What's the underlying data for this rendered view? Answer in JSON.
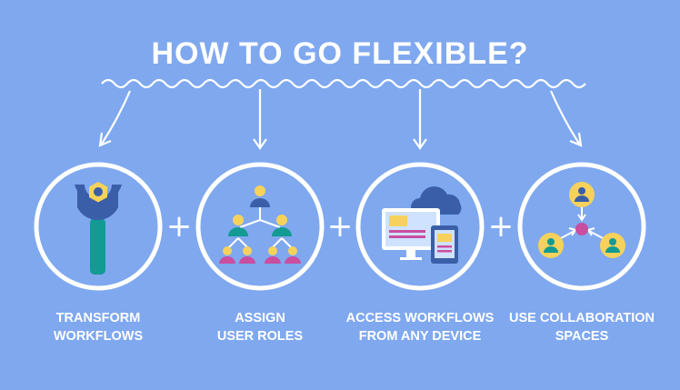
{
  "title": "HOW TO GO FLEXIBLE?",
  "colors": {
    "background": "#7fa8ef",
    "white": "#ffffff",
    "teal": "#129a93",
    "navy": "#3a5fa8",
    "yellow": "#f6d25c",
    "pink": "#c94ea0",
    "lightBlue": "#cfe2ff"
  },
  "steps": [
    {
      "icon": "wrench-icon",
      "line1": "TRANSFORM",
      "line2": "WORKFLOWS"
    },
    {
      "icon": "org-chart-icon",
      "line1": "ASSIGN",
      "line2": "USER ROLES"
    },
    {
      "icon": "devices-cloud-icon",
      "line1": "ACCESS WORKFLOWS",
      "line2": "FROM ANY DEVICE"
    },
    {
      "icon": "collaboration-icon",
      "line1": "USE COLLABORATION",
      "line2": "SPACES"
    }
  ],
  "plus": "+"
}
